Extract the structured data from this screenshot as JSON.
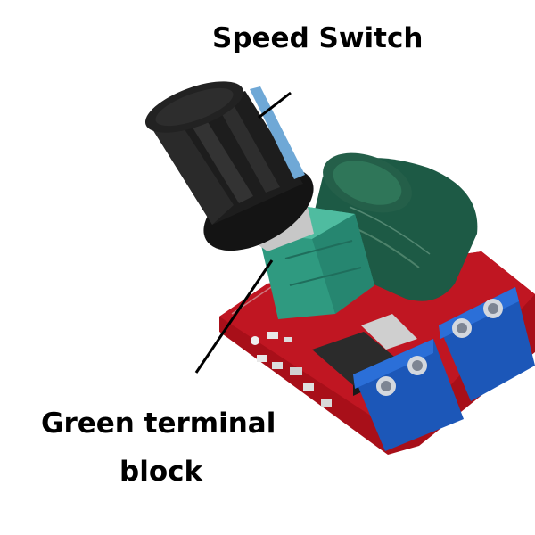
{
  "labels": {
    "speed_switch": "Speed Switch",
    "green_terminal_line1": "Green terminal",
    "green_terminal_line2": "block"
  },
  "colors": {
    "background": "#ffffff",
    "pcb": "#b3121d",
    "knob": "#1a1a1a",
    "knob_highlight": "#6fa8d6",
    "potentiometer": "#3aa389",
    "capacitor": "#1f5a44",
    "screw_terminal": "#1f63c9",
    "pointer_line": "#000000"
  },
  "icons": {
    "module": "pwm-motor-speed-controller-module"
  }
}
